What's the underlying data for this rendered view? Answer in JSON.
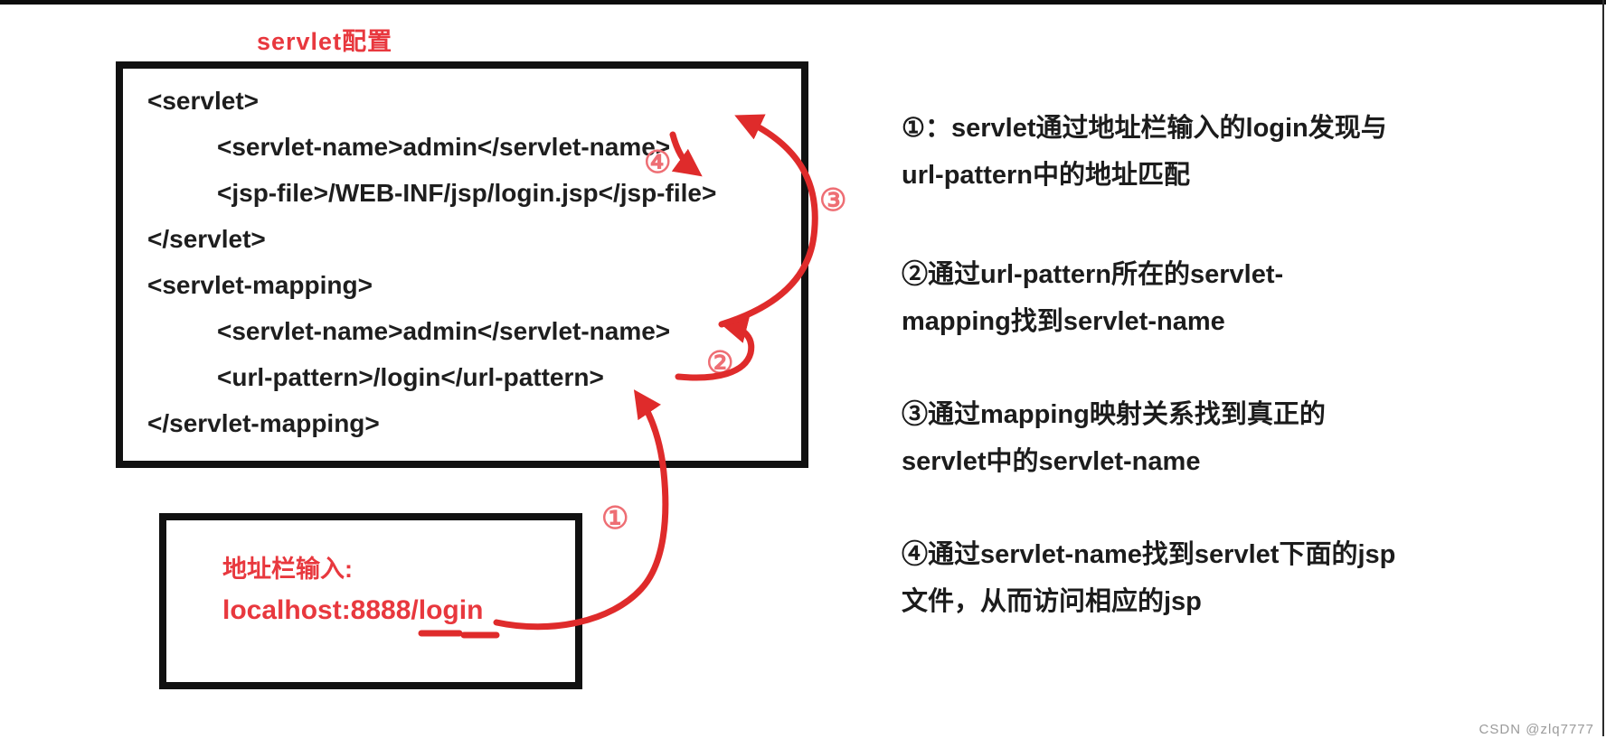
{
  "title": {
    "text": "servlet配置",
    "color": "#e8383e"
  },
  "code_box": {
    "lines": [
      "<servlet>",
      "<servlet-name>admin</servlet-name>",
      "<jsp-file>/WEB-INF/jsp/login.jsp</jsp-file>",
      "</servlet>",
      "<servlet-mapping>",
      "<servlet-name>admin</servlet-name>",
      "<url-pattern>/login</url-pattern>",
      "</servlet-mapping>"
    ]
  },
  "address_box": {
    "label": "地址栏输入:",
    "url": "localhost:8888/login",
    "text_color": "#e8383e"
  },
  "annotations": {
    "stroke_color": "#df2b2b",
    "circle_color": "#ee6e74",
    "circles": [
      {
        "label": "①"
      },
      {
        "label": "②"
      },
      {
        "label": "③"
      },
      {
        "label": "④"
      }
    ]
  },
  "notes": [
    {
      "lines": [
        "①：servlet通过地址栏输入的login发现与",
        "url-pattern中的地址匹配"
      ]
    },
    {
      "lines": [
        "②通过url-pattern所在的servlet-",
        "mapping找到servlet-name"
      ]
    },
    {
      "lines": [
        "③通过mapping映射关系找到真正的",
        "servlet中的servlet-name"
      ]
    },
    {
      "lines": [
        "④通过servlet-name找到servlet下面的jsp",
        "文件，从而访问相应的jsp"
      ]
    }
  ],
  "watermark": {
    "text": "CSDN @zlq7777",
    "color": "#9b9b9b"
  }
}
